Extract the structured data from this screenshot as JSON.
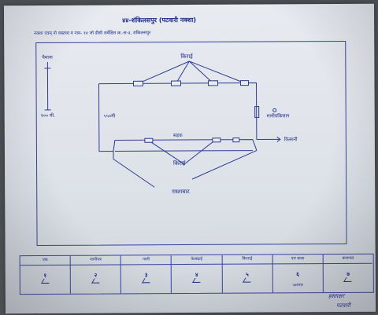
{
  "header": {
    "title": "४४-शंकिलसपुर (पटवारी नक्शा)",
    "subtitle": "नक्शा एवम् नो वक्तव्य व नाम- १४ जो डीसी सर्वेक्षित क्र.-स-३, शंकिलसपुर"
  },
  "diagram": {
    "scale_label": "पैमाना",
    "scale_foot": "१०० मी.",
    "top_node": "किराई",
    "left_label": "५५०मी",
    "right_label": "मानीयकिसान",
    "right_arrow": "किसानी",
    "mid_label": "सड़क",
    "center_node": "किराई",
    "bottom_label": "रास्ताबाट"
  },
  "table": {
    "columns": [
      {
        "header": "एक",
        "value": "१",
        "sub": ""
      },
      {
        "header": "जानीपत्र",
        "value": "२",
        "sub": ""
      },
      {
        "header": "नाली",
        "value": "३",
        "sub": ""
      },
      {
        "header": "पेटबंदाई",
        "value": "४",
        "sub": ""
      },
      {
        "header": "किरराई",
        "value": "५",
        "sub": ""
      },
      {
        "header": "पार बाला",
        "value": "६",
        "sub": "५७ाभार"
      },
      {
        "header": "बारागाल",
        "value": "७",
        "sub": ""
      }
    ]
  },
  "signature": {
    "line1": "हस्ताक्षर",
    "line2": "पटवारी"
  }
}
